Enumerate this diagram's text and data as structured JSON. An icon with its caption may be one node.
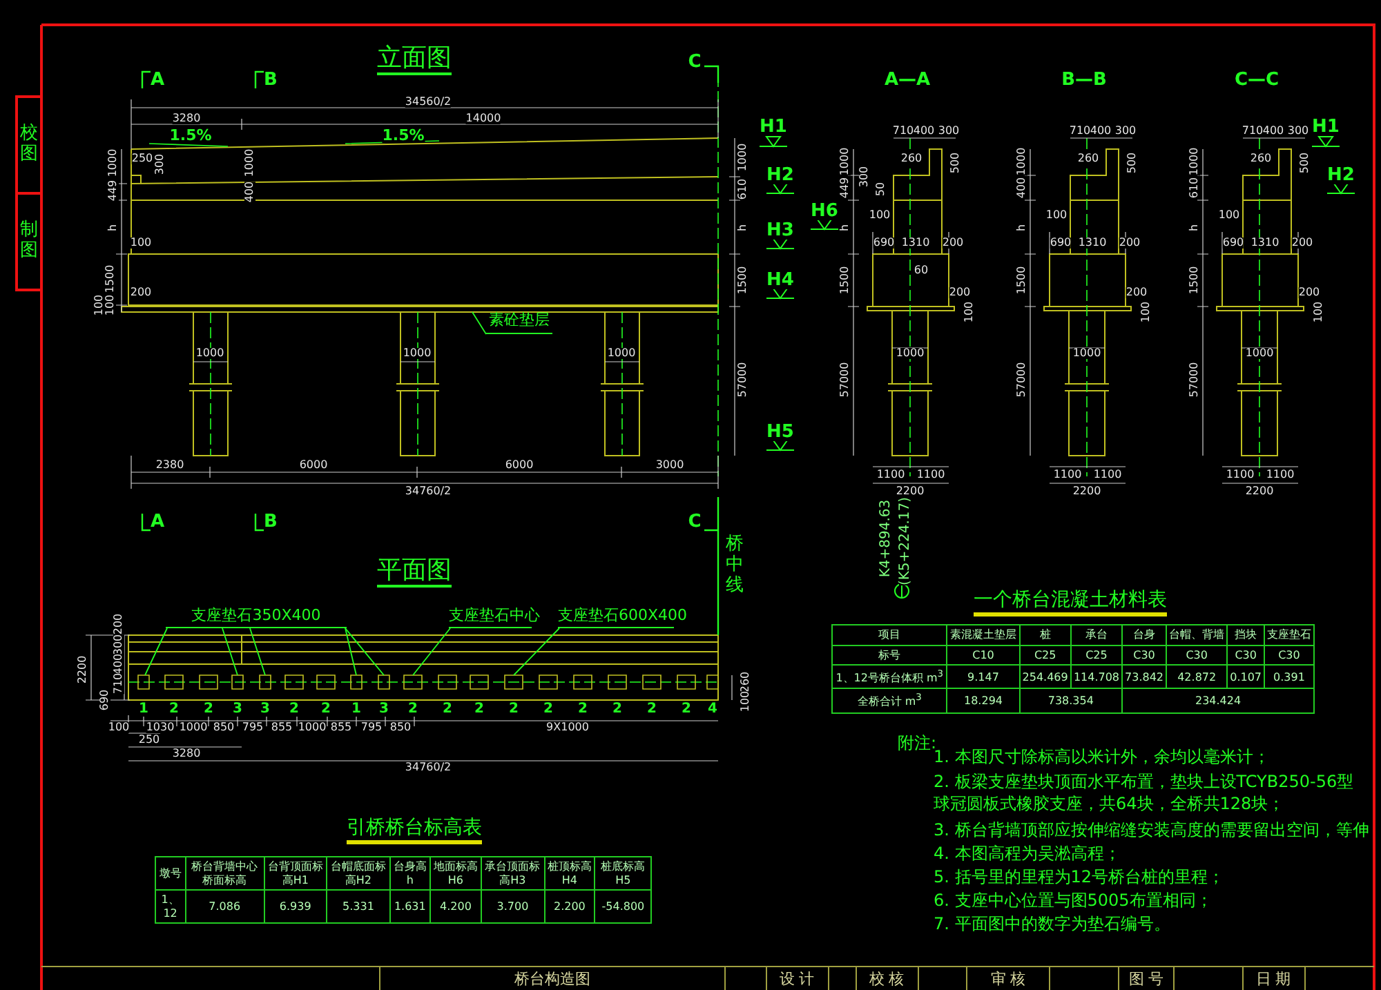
{
  "diagram": {
    "nodes": [
      {
        "text": [
          "素砼垫层"
        ]
      },
      {
        "text": [
          "支座垫石350X400"
        ]
      },
      {
        "text": [
          "支座垫石中心"
        ]
      },
      {
        "text": [
          "支座垫石600X400"
        ]
      }
    ],
    "edges": [
      {
        "from": 0,
        "to": null,
        "arrow": "none"
      },
      {
        "from": 1,
        "to": null,
        "arrow": "none"
      },
      {
        "from": 1,
        "to": null,
        "arrow": "none"
      },
      {
        "from": 1,
        "to": null,
        "arrow": "none"
      },
      {
        "from": 1,
        "to": null,
        "arrow": "none"
      },
      {
        "from": 1,
        "to": null,
        "arrow": "none"
      },
      {
        "from": 2,
        "to": null,
        "arrow": "none"
      },
      {
        "from": 3,
        "to": null,
        "arrow": "none"
      }
    ],
    "labels": [
      "校图",
      "制图",
      "立面图",
      "A",
      "B",
      "C",
      "34560/2",
      "3280",
      "14000",
      "1.5%",
      "1.5%",
      "250",
      "300",
      "1000",
      "449",
      "1000",
      "400",
      "h",
      "100",
      "1500",
      "200",
      "100",
      "100",
      "1000",
      "1000",
      "1000",
      "2380",
      "6000",
      "6000",
      "3000",
      "34760/2",
      "H1",
      "1000",
      "610",
      "H2",
      "H6",
      "h",
      "H3",
      "1500",
      "H4",
      "57000",
      "H5",
      "A",
      "B",
      "C",
      "K4+894.63",
      "(K5+224.17)",
      "A—A",
      "710",
      "400",
      "300",
      "260",
      "500",
      "1000",
      "449",
      "300",
      "50",
      "100",
      "h",
      "690",
      "1310",
      "200",
      "60",
      "1500",
      "200",
      "100",
      "1000",
      "57000",
      "1100",
      "1100",
      "2200",
      "B—B",
      "710",
      "400",
      "300",
      "260",
      "500",
      "1000",
      "400",
      "100",
      "h",
      "690",
      "1310",
      "200",
      "1500",
      "200",
      "100",
      "1000",
      "57000",
      "1100",
      "1100",
      "2200",
      "C—C",
      "710",
      "400",
      "300",
      "H1",
      "260",
      "500",
      "1000",
      "610",
      "100",
      "h",
      "690",
      "1310",
      "200",
      "1500",
      "200",
      "100",
      "1000",
      "57000",
      "1100",
      "1100",
      "2200",
      "H2",
      "平面图",
      "桥中线",
      "200",
      "300",
      "400",
      "710",
      "690",
      "2200",
      "1",
      "2",
      "2",
      "3",
      "3",
      "2",
      "2",
      "1",
      "3",
      "2",
      "2",
      "2",
      "2",
      "2",
      "2",
      "2",
      "2",
      "2",
      "4",
      "260",
      "100",
      "100",
      "1030",
      "1000",
      "850",
      "795",
      "855",
      "1000",
      "855",
      "795",
      "850",
      "9X1000",
      "250",
      "3280",
      "34760/2",
      "一个桥台混凝土材料表",
      "项目",
      "素混凝土垫层",
      "桩",
      "承台",
      "台身",
      "台帽、背墙",
      "挡块",
      "支座垫石",
      "标号",
      "C10",
      "C25",
      "C25",
      "C30",
      "C30",
      "C30",
      "C30",
      "1、12号桥台体积 m$^{3}$",
      "9.147",
      "254.469",
      "114.708",
      "73.842",
      "42.872",
      "0.107",
      "0.391",
      "全桥合计 m$^{3}$",
      "18.294",
      "738.354",
      "234.424",
      "附注:",
      "1. 本图尺寸除标高以米计外，余均以毫米计；",
      "2. 板梁支座垫块顶面水平布置，垫块上设TCYB250-56型球冠圆板式橡胶支座，共64块，全桥共128块；",
      "3. 桥台背墙顶部应按伸缩缝安装高度的需要留出空间，等伸",
      "4. 本图高程为吴淞高程；",
      "5. 括号里的里程为12号桥台桩的里程；",
      "6. 支座中心位置与图5005布置相同；",
      "7. 平面图中的数字为垫石编号。",
      "引桥桥台标高表",
      "墩号",
      "桥台背墙中心桥面标高",
      "台背顶面标高H1",
      "台帽底面标高H2",
      "台身高h",
      "地面标高H6",
      "承台顶面标高H3",
      "桩顶标高H4",
      "桩底标高H5",
      "1、12",
      "7.086",
      "6.939",
      "5.331",
      "1.631",
      "4.200",
      "3.700",
      "2.200",
      "-54.800",
      "桥台构造图",
      "设 计",
      "校 核",
      "审 核",
      "图 号",
      "日 期"
    ]
  }
}
